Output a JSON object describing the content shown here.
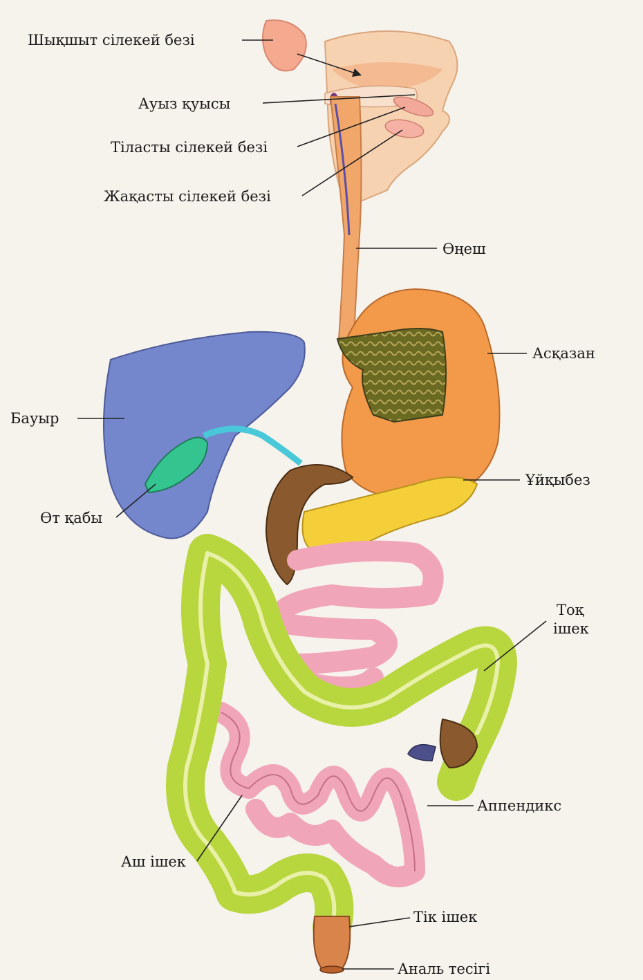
{
  "labels": {
    "parotid_gland": "Шықшыт сілекей безі",
    "oral_cavity": "Ауыз қуысы",
    "sublingual_gland": "Тіласты сілекей безі",
    "submandibular_gland": "Жақасты сілекей безі",
    "esophagus": "Өңеш",
    "stomach": "Асқазан",
    "liver": "Бауыр",
    "pancreas": "Ұйқыбез",
    "gallbladder": "Өт қабы",
    "large_intestine_line1": "Тоқ",
    "large_intestine_line2": "ішек",
    "appendix": "Аппендикс",
    "small_intestine": "Аш ішек",
    "rectum": "Тік ішек",
    "anus": "Аналь тесігі"
  },
  "colors": {
    "background": "#f6f2ec",
    "head": "#f6c9a0",
    "esophagus": "#f2a76a",
    "stomach": "#f29a4a",
    "stomach_inner": "#5d5a1e",
    "liver": "#6f7fc4",
    "gallbladder": "#2fbf8a",
    "bile_duct": "#45c7d6",
    "pancreas": "#f4cf3a",
    "duodenum": "#8a5a2e",
    "small_intestine": "#f1a5b8",
    "large_intestine": "#b8d63e",
    "rectum": "#d9844a",
    "leader_line": "#222222"
  }
}
